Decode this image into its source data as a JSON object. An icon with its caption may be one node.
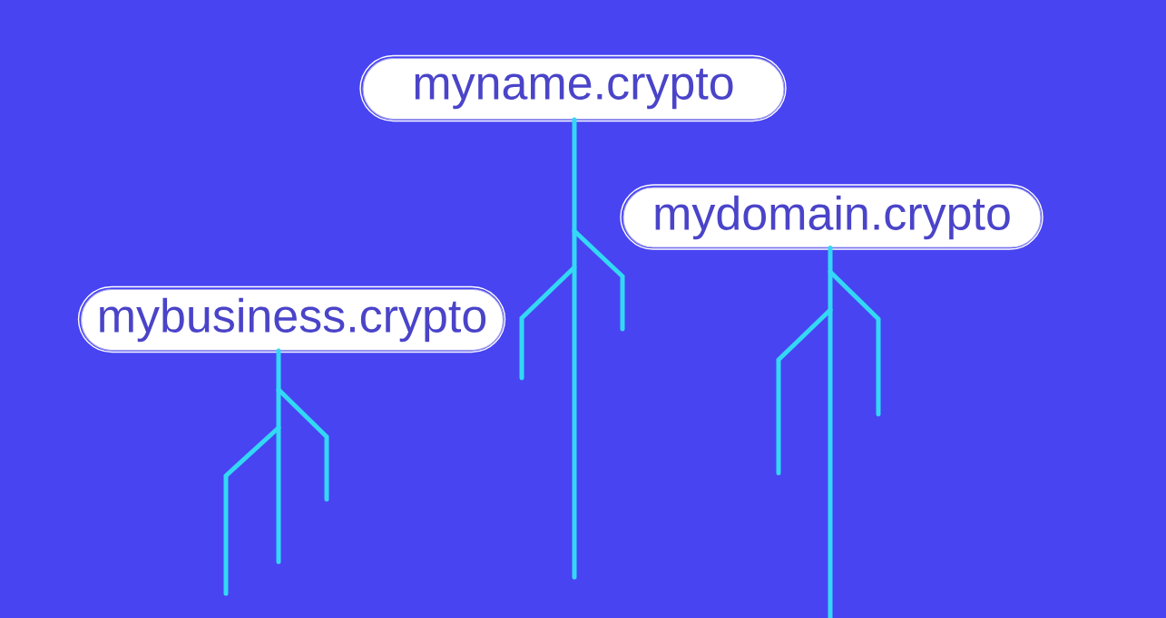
{
  "diagram": {
    "nodes": [
      {
        "text": [
          "myname.crypto"
        ]
      },
      {
        "text": [
          "mydomain.crypto"
        ]
      },
      {
        "text": [
          "mybusiness.crypto"
        ]
      }
    ],
    "edges": [
      {
        "from": 0,
        "to": null,
        "arrow": "none"
      },
      {
        "from": 1,
        "to": null,
        "arrow": "none"
      },
      {
        "from": 2,
        "to": null,
        "arrow": "none"
      }
    ]
  }
}
